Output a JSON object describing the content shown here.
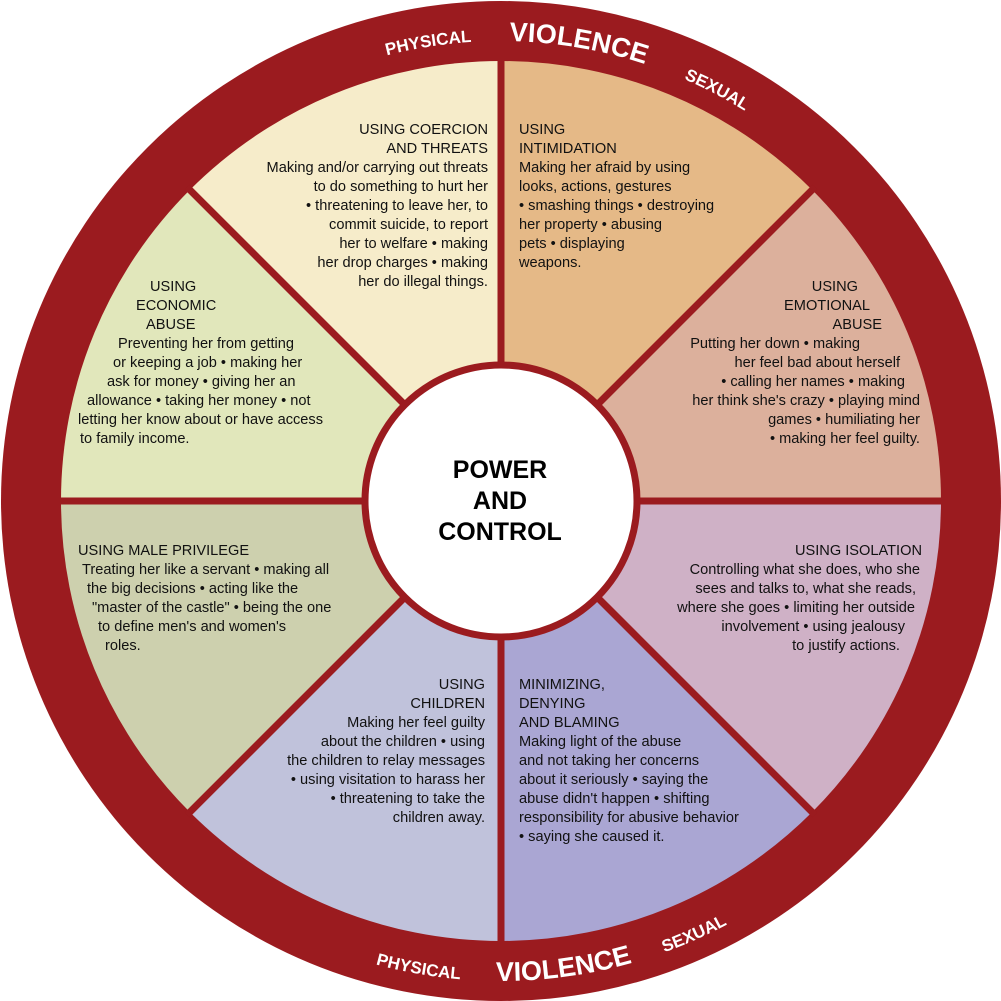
{
  "title": "Power and Control Wheel",
  "colors": {
    "ring": "#9b1b1f",
    "center": "#ffffff"
  },
  "ring": {
    "top": {
      "left": "PHYSICAL",
      "center": "VIOLENCE",
      "right": "SEXUAL"
    },
    "bottom": {
      "left": "PHYSICAL",
      "center": "VIOLENCE",
      "right": "SEXUAL"
    }
  },
  "center": {
    "lines": [
      "POWER",
      "AND",
      "CONTROL"
    ]
  },
  "segments": [
    {
      "id": "intimidation",
      "color": "#e5b987",
      "heading": [
        "USING",
        "INTIMIDATION"
      ],
      "body": [
        "Making her afraid by using",
        "looks, actions, gestures",
        "• smashing things • destroying",
        "her property • abusing",
        "pets • displaying",
        "weapons."
      ]
    },
    {
      "id": "emotional-abuse",
      "color": "#dcb09c",
      "heading": [
        "USING",
        "EMOTIONAL",
        "ABUSE"
      ],
      "body": [
        "Putting her down • making",
        "her feel bad about herself",
        "• calling her names • making",
        "her think she's crazy • playing mind",
        "games • humiliating her",
        "• making her feel guilty."
      ]
    },
    {
      "id": "isolation",
      "color": "#cfb1c6",
      "heading": [
        "USING ISOLATION"
      ],
      "body": [
        "Controlling what she does, who she",
        "sees and talks to, what she reads,",
        "where she goes • limiting her outside",
        "involvement • using jealousy",
        "to justify actions."
      ]
    },
    {
      "id": "minimizing",
      "color": "#aaa6d3",
      "heading": [
        "MINIMIZING,",
        "DENYING",
        "AND BLAMING"
      ],
      "body": [
        "Making light of the abuse",
        "and not taking her concerns",
        "about it seriously • saying the",
        "abuse didn't happen • shifting",
        "responsibility for abusive behavior",
        "• saying she caused it."
      ]
    },
    {
      "id": "children",
      "color": "#c0c2db",
      "heading": [
        "USING",
        "CHILDREN"
      ],
      "body": [
        "Making her feel guilty",
        "about the children • using",
        "the children to relay messages",
        "• using visitation to harass her",
        "• threatening to take the",
        "children away."
      ]
    },
    {
      "id": "male-privilege",
      "color": "#cdd0ae",
      "heading": [
        "USING MALE PRIVILEGE"
      ],
      "body": [
        "Treating her like a servant • making all",
        "the big decisions • acting like the",
        "\"master of the castle\" • being the one",
        "to define men's and women's",
        "roles."
      ]
    },
    {
      "id": "economic-abuse",
      "color": "#e1e7bb",
      "heading": [
        "USING",
        "ECONOMIC",
        "ABUSE"
      ],
      "body": [
        "Preventing her from getting",
        "or keeping a job • making her",
        "ask for money • giving her an",
        "allowance • taking her money • not",
        "letting her know about or have access",
        "to family income."
      ]
    },
    {
      "id": "coercion-threats",
      "color": "#f6ecca",
      "heading": [
        "USING COERCION",
        "AND THREATS"
      ],
      "body": [
        "Making and/or carrying out threats",
        "to do something to hurt her",
        "• threatening to leave her, to",
        "commit suicide, to report",
        "her to welfare • making",
        "her drop charges • making",
        "her do illegal things."
      ]
    }
  ]
}
